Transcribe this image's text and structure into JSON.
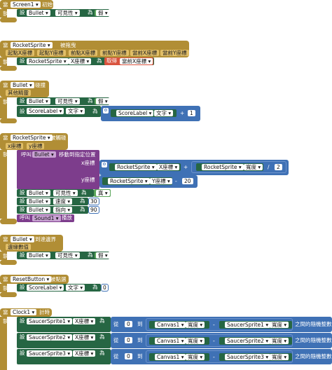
{
  "kw": {
    "when": "當",
    "do": "執行",
    "set": "設",
    "to": "為",
    "call": "呼叫",
    "true": "真",
    "false": "假"
  },
  "e1": {
    "comp": "Screen1",
    "event": "初始化",
    "comp2": "Bullet",
    "prop": "可見性",
    "val": "假"
  },
  "e2": {
    "comp": "RocketSprite",
    "event": "被拖曳",
    "params": [
      "起點X座標",
      "起點Y座標",
      "前點X座標",
      "前點Y座標",
      "當前X座標",
      "當前Y座標"
    ],
    "comp2": "RocketSprite",
    "prop": "X座標",
    "getLabel": "取得",
    "getVar": "當前X座標"
  },
  "e3": {
    "comp": "Bullet",
    "event": "碰撞",
    "param": "其他精靈",
    "comp2": "Bullet",
    "prop2": "可見性",
    "val2": "假",
    "comp3": "ScoreLabel",
    "prop3": "文字",
    "compA": "ScoreLabel",
    "propA": "文字",
    "num": "1"
  },
  "e4": {
    "comp": "RocketSprite",
    "event": "被觸碰",
    "params": [
      "x座標",
      "y座標"
    ],
    "callComp": "Bullet",
    "callMethod": "移動到指定位置",
    "xLabel": "x座標",
    "yLabel": "y座標",
    "xa": {
      "comp": "RocketSprite",
      "prop": "X座標"
    },
    "xb": {
      "comp": "RocketSprite",
      "prop": "寬度"
    },
    "xc": "2",
    "ya": {
      "comp": "RocketSprite",
      "prop": "Y座標"
    },
    "yb": "20",
    "s1": {
      "comp": "Bullet",
      "prop": "可見性",
      "val": "真"
    },
    "s2": {
      "comp": "Bullet",
      "prop": "速度",
      "val": "30"
    },
    "s3": {
      "comp": "Bullet",
      "prop": "指向",
      "val": "90"
    },
    "play": {
      "comp": "Sound1",
      "method": "播放"
    }
  },
  "e5": {
    "comp": "Bullet",
    "event": "到達邊界",
    "param": "邊緣數值",
    "comp2": "Bullet",
    "prop": "可見性",
    "val": "假"
  },
  "e6": {
    "comp": "ResetButton",
    "event": "被點選",
    "comp2": "ScoreLabel",
    "prop": "文字",
    "val": "0"
  },
  "e7": {
    "comp": "Clock1",
    "event": "計時",
    "from": "從",
    "toWord": "到",
    "randomSuffix": "之間的隨機整數",
    "rows": [
      {
        "comp": "SaucerSprite1",
        "prop": "X座標",
        "low": "0",
        "c1": "Canvas1",
        "p1": "寬度",
        "c2": "SaucerSprite1",
        "p2": "寬度"
      },
      {
        "comp": "SaucerSprite2",
        "prop": "X座標",
        "low": "0",
        "c1": "Canvas1",
        "p1": "寬度",
        "c2": "SaucerSprite2",
        "p2": "寬度"
      },
      {
        "comp": "SaucerSprite3",
        "prop": "X座標",
        "low": "0",
        "c1": "Canvas1",
        "p1": "寬度",
        "c2": "SaucerSprite3",
        "p2": "寬度"
      }
    ]
  },
  "ops": {
    "plus": "+",
    "minus": "-",
    "divide": "/"
  },
  "colors": {
    "event": "#b18e35",
    "setter": "#266643",
    "procedure": "#7d3d8c",
    "math": "#3f71b5",
    "logic": "#5ba55b",
    "get": "#d9533e"
  }
}
